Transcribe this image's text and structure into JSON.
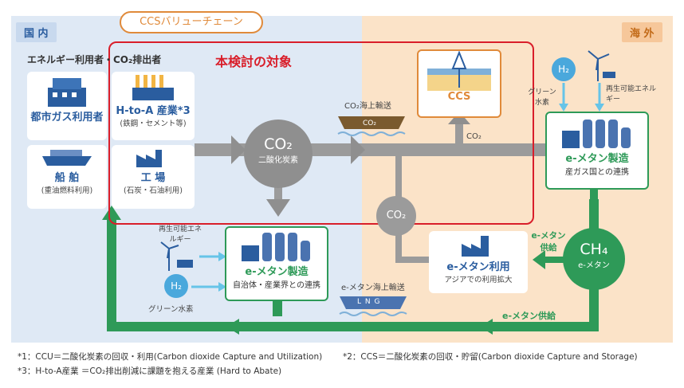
{
  "chain_label": "CCSバリューチェーン",
  "regions": {
    "domestic": "国 内",
    "overseas": "海 外"
  },
  "target_title": "本検討の対象",
  "emitters_label": "エネルギー利用者・CO₂排出者",
  "emitters": [
    {
      "title": "都市ガス利用者",
      "sub": ""
    },
    {
      "title": "H-to-A 産業*3",
      "sub": "(鉄鋼・セメント等)"
    },
    {
      "title": "船 舶",
      "sub": "(重油燃料利用)"
    },
    {
      "title": "工 場",
      "sub": "(石炭・石油利用)"
    }
  ],
  "co2_main": {
    "formula": "CO₂",
    "name": "二酸化炭素"
  },
  "co2_small": "CO₂",
  "co2_ship_label": "CO₂海上輸送",
  "co2_ship_badge": "CO₂",
  "ccs_label": "CCS",
  "co2_up_label": "CO₂",
  "overseas_sources": {
    "h2": "H₂",
    "green_h2": "グリーン水素",
    "renewable": "再生可能エネルギー"
  },
  "overseas_methanation": {
    "title": "e-メタン製造",
    "sub": "産ガス国との連携"
  },
  "ch4": {
    "formula": "CH₄",
    "name": "e-メタン"
  },
  "emethane_supply_up": "e-メタン供給",
  "emethane_supply_bottom": "e-メタン供給",
  "emethane_use": {
    "title": "e-メタン利用",
    "sub": "アジアでの利用拡大"
  },
  "lng_ship_label": "e-メタン海上輸送",
  "lng_badge": "L N G",
  "domestic_methanation": {
    "title": "e-メタン製造",
    "sub": "自治体・産業界との連携"
  },
  "domestic_sources": {
    "renewable": "再生可能エネルギー",
    "h2": "H₂",
    "green_h2": "グリーン水素"
  },
  "footnotes": [
    "*1：CCU＝二酸化炭素の回収・利用(Carbon dioxide Capture and Utilization)",
    "*2：CCS＝二酸化炭素の回収・貯留(Carbon dioxide Capture and Storage)",
    "*3：H-to-A産業 ＝CO₂排出削減に課題を抱える産業 (Hard to Abate)"
  ],
  "colors": {
    "green": "#2e9a58",
    "gray": "#8f8f8f",
    "red": "#d91e2a",
    "blue": "#2a5d9f",
    "orange": "#e08a3a"
  }
}
